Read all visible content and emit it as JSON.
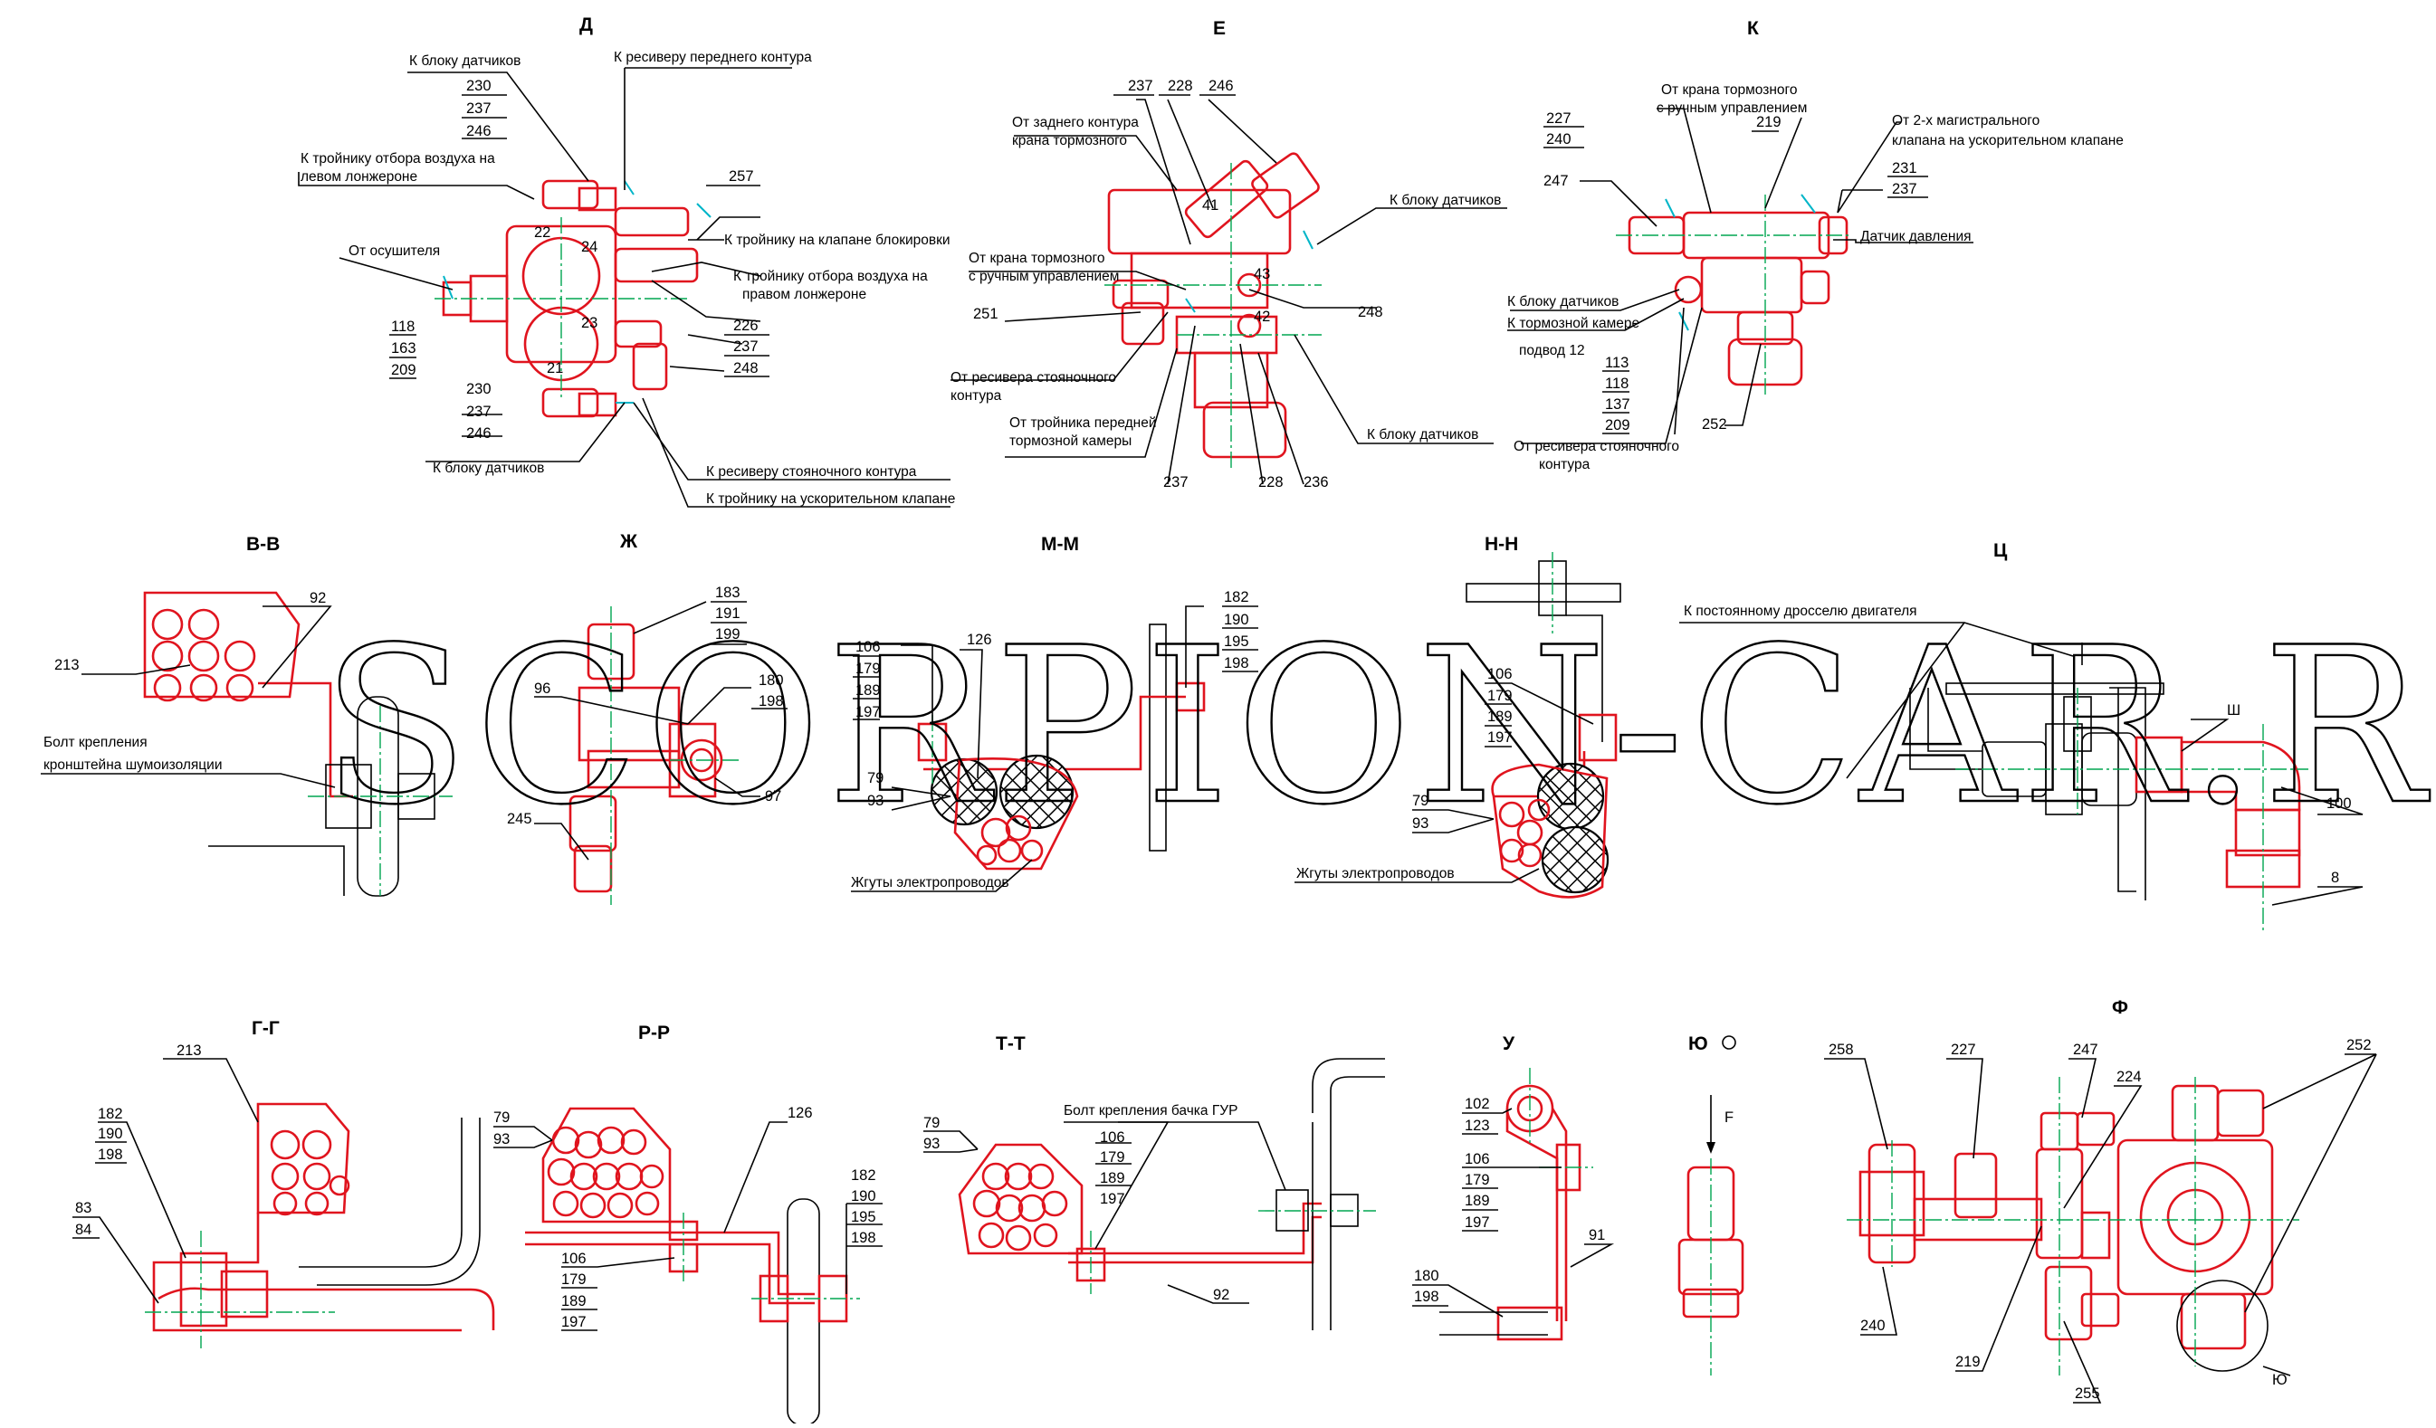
{
  "watermark": "SCORPION-CAR.RU",
  "views": {
    "D": {
      "title": "Д",
      "labels": [
        "К блоку датчиков",
        "К ресиверу переднего контура",
        "К тройнику отбора воздуха на",
        "левом лонжероне",
        "От осушителя",
        "К тройнику на клапане блокировки",
        "К тройнику отбора воздуха на",
        "правом лонжероне",
        "К блоку датчиков",
        "К ресиверу стояночного контура",
        "К тройнику на ускорительном клапане"
      ],
      "numbers": [
        "230",
        "237",
        "246",
        "257",
        "22",
        "24",
        "118",
        "163",
        "209",
        "23",
        "21",
        "226",
        "237",
        "248",
        "230",
        "237",
        "246"
      ]
    },
    "E": {
      "title": "Е",
      "labels": [
        "От заднего контура",
        "крана тормозного",
        "От крана тормозного",
        "с ручным управлением",
        "К блоку датчиков",
        "От ресивера стояночного",
        "контура",
        "От тройника передней",
        "тормозной камеры",
        "К блоку датчиков"
      ],
      "numbers": [
        "237",
        "228",
        "246",
        "41",
        "43",
        "42",
        "251",
        "248",
        "237",
        "228",
        "236"
      ]
    },
    "K": {
      "title": "К",
      "labels": [
        "От крана тормозного",
        "с ручным управлением",
        "От 2-х магистрального",
        "клапана на ускорительном клапане",
        "Датчик давления",
        "К блоку датчиков",
        "К тормозной камере",
        "подвод 12",
        "От ресивера стояночного",
        "контура"
      ],
      "numbers": [
        "227",
        "240",
        "219",
        "231",
        "237",
        "247",
        "113",
        "118",
        "137",
        "209",
        "252"
      ]
    },
    "VV": {
      "title": "В-В",
      "labels": [
        "Болт крепления",
        "кронштейна шумоизоляции"
      ],
      "numbers": [
        "213",
        "92"
      ]
    },
    "ZH": {
      "title": "Ж",
      "numbers": [
        "183",
        "191",
        "199",
        "96",
        "180",
        "198",
        "97",
        "245"
      ]
    },
    "MM": {
      "title": "М-М",
      "labels": [
        "Жгуты электропроводов"
      ],
      "numbers": [
        "106",
        "179",
        "189",
        "197",
        "126",
        "182",
        "190",
        "195",
        "198",
        "79",
        "93"
      ]
    },
    "NN": {
      "title": "Н-Н",
      "labels": [
        "Жгуты электропроводов"
      ],
      "numbers": [
        "106",
        "179",
        "189",
        "197",
        "79",
        "93"
      ]
    },
    "TS": {
      "title": "Ц",
      "labels": [
        "К постоянному дросселю двигателя"
      ],
      "numbers": [
        "Ш",
        "100",
        "8"
      ]
    },
    "GG": {
      "title": "Г-Г",
      "numbers": [
        "213",
        "182",
        "190",
        "198",
        "83",
        "84"
      ]
    },
    "RR": {
      "title": "Р-Р",
      "numbers": [
        "79",
        "93",
        "126",
        "106",
        "179",
        "189",
        "197",
        "182",
        "190",
        "195",
        "198"
      ]
    },
    "TT": {
      "title": "Т-Т",
      "labels": [
        "Болт крепления бачка ГУР"
      ],
      "numbers": [
        "79",
        "93",
        "106",
        "179",
        "189",
        "197",
        "92"
      ]
    },
    "U": {
      "title": "У",
      "numbers": [
        "102",
        "123",
        "106",
        "179",
        "189",
        "197",
        "91",
        "180",
        "198"
      ]
    },
    "YU": {
      "title": "Ю",
      "numbers": [
        "F"
      ]
    },
    "F": {
      "title": "Ф",
      "numbers": [
        "258",
        "227",
        "247",
        "224",
        "252",
        "240",
        "219",
        "255",
        "Ю"
      ]
    }
  }
}
